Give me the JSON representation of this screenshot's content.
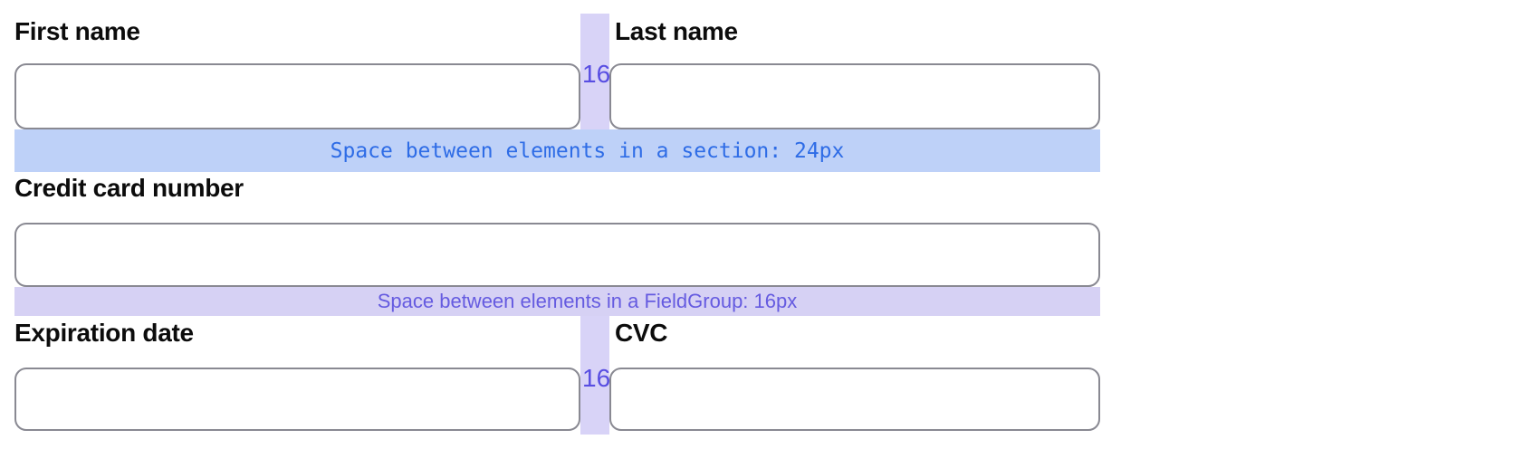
{
  "form": {
    "fields": {
      "first_name": {
        "label": "First name",
        "value": ""
      },
      "last_name": {
        "label": "Last name",
        "value": ""
      },
      "credit_card_number": {
        "label": "Credit card number",
        "value": ""
      },
      "expiration_date": {
        "label": "Expiration date",
        "value": ""
      },
      "cvc": {
        "label": "CVC",
        "value": ""
      }
    }
  },
  "annotations": {
    "section_spacing_label": "Space between elements in a section: 24px",
    "fieldgroup_spacing_label": "Space between elements in a FieldGroup: 16px",
    "row1_column_gap_label": "16",
    "row3_column_gap_label": "16"
  },
  "colors": {
    "section_band_background": "#bed1f8",
    "section_band_text": "#2e6ce6",
    "fieldgroup_band_background": "#d6d1f4",
    "fieldgroup_band_text": "#655be0",
    "column_gap_band_background": "#d8d3f7",
    "column_gap_text": "#584ee2",
    "input_border": "#898992",
    "label_text": "#0c0c0c"
  }
}
